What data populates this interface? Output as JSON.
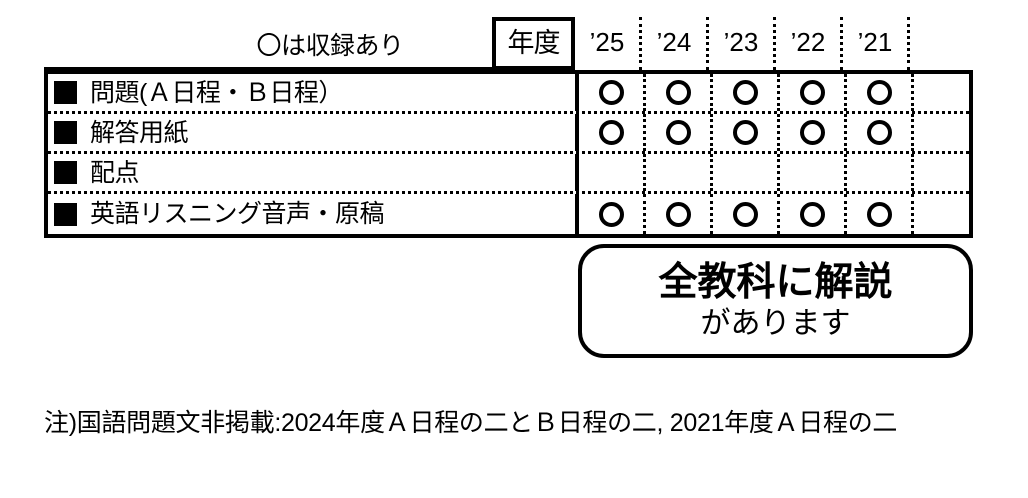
{
  "caption": "〇は収録あり",
  "header": {
    "nendo_label": "年度",
    "years": [
      "’25",
      "’24",
      "’23",
      "’22",
      "’21"
    ],
    "trailing_blank": ""
  },
  "rows": [
    {
      "label": "問題(Ａ日程・Ｂ日程）",
      "marks": [
        "○",
        "○",
        "○",
        "○",
        "○"
      ],
      "trailing": ""
    },
    {
      "label": "解答用紙",
      "marks": [
        "○",
        "○",
        "○",
        "○",
        "○"
      ],
      "trailing": ""
    },
    {
      "label": "配点",
      "marks": [
        "",
        "",
        "",
        "",
        ""
      ],
      "trailing": ""
    },
    {
      "label": "英語リスニング音声・原稿",
      "marks": [
        "○",
        "○",
        "○",
        "○",
        "○"
      ],
      "trailing": ""
    }
  ],
  "callout": {
    "line1": "全教科に解説",
    "line2": "があります"
  },
  "footnote": "注)国語問題文非掲載:2024年度Ａ日程の二とＢ日程の二, 2021年度Ａ日程の二",
  "colors": {
    "ink": "#000000",
    "paper": "#ffffff"
  }
}
